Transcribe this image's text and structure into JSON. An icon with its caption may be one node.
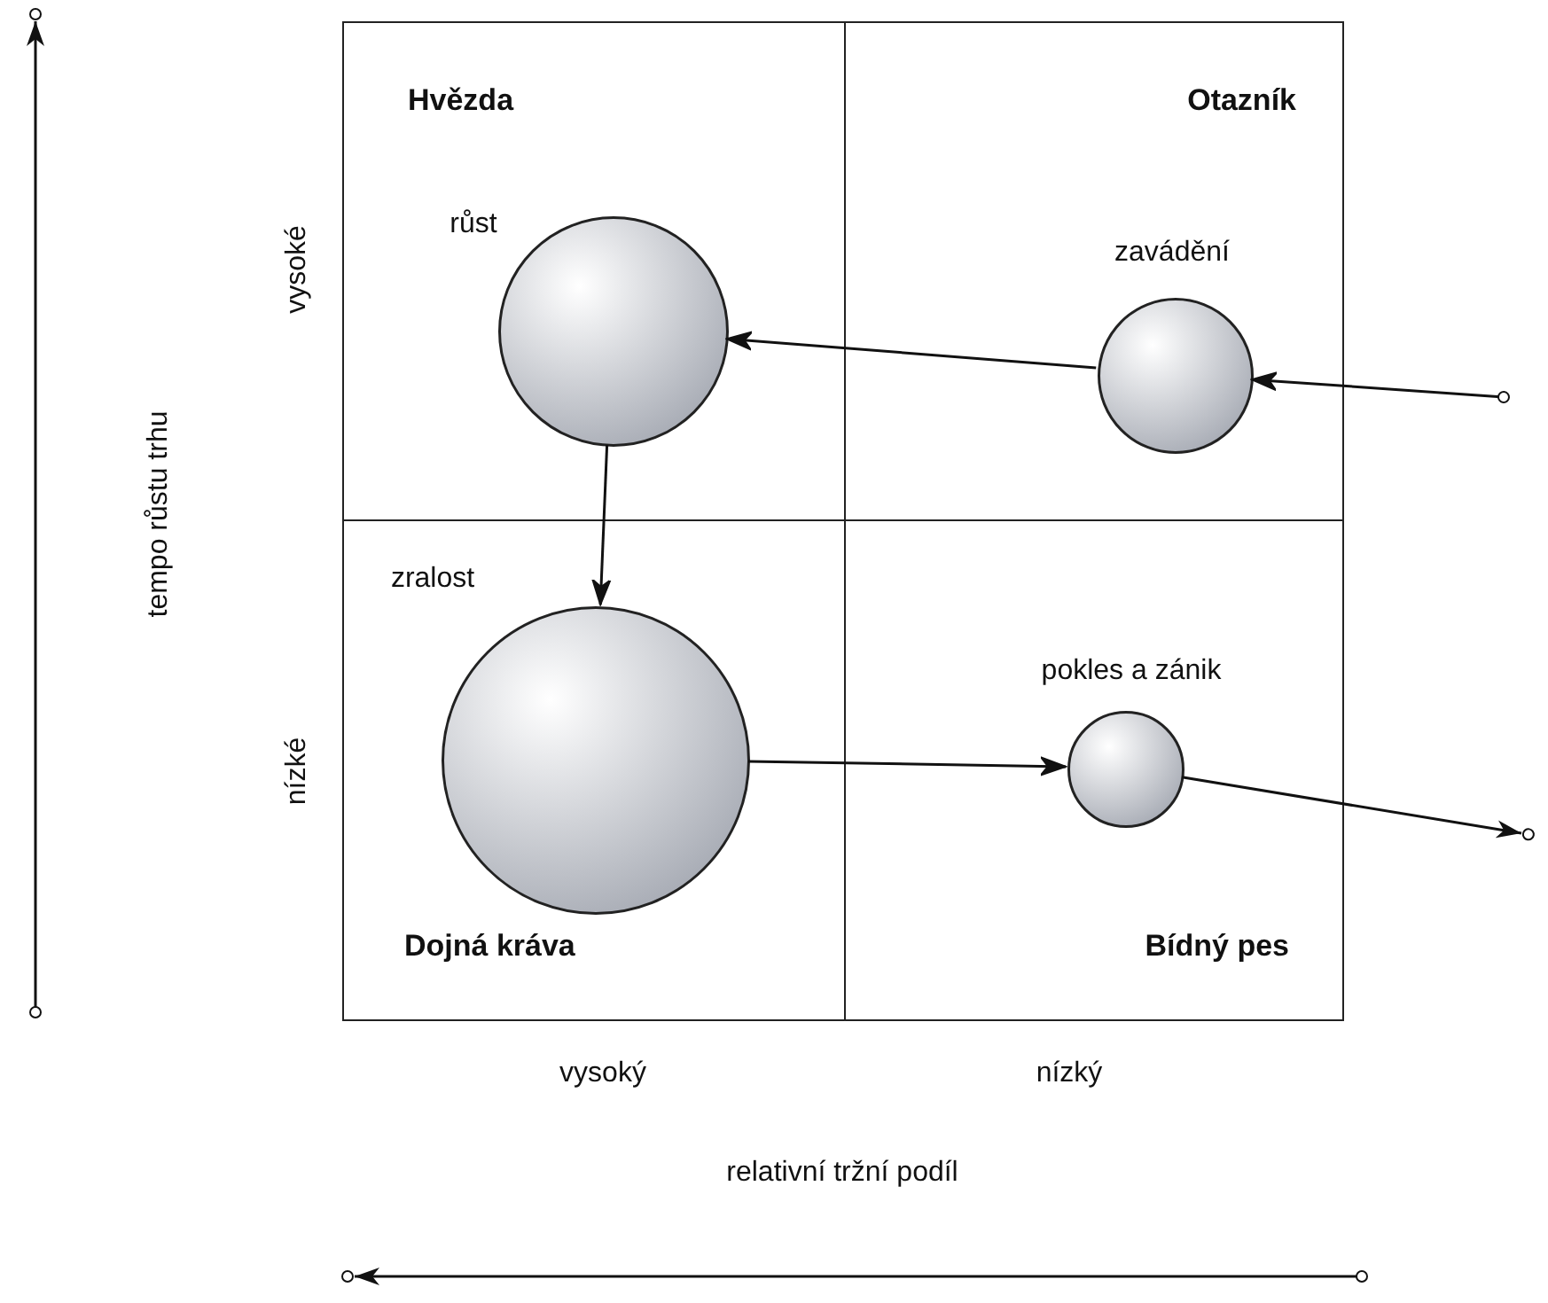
{
  "diagram": {
    "nodes": [
      {
        "text": [
          "Hvězda"
        ]
      },
      {
        "text": [
          "Otazník"
        ]
      },
      {
        "text": [
          "Dojná kráva"
        ]
      },
      {
        "text": [
          "Bídný pes"
        ]
      },
      {
        "text": [],
        "shape": "circle",
        "beside": [
          "růst"
        ],
        "in": 0
      },
      {
        "text": [],
        "shape": "circle",
        "beside": [
          "zavádění"
        ],
        "in": 1
      },
      {
        "text": [],
        "shape": "circle",
        "beside": [
          "zralost"
        ],
        "in": 2
      },
      {
        "text": [],
        "shape": "circle",
        "beside": [
          "pokles a zánik"
        ],
        "in": 3
      }
    ],
    "edges": [
      {
        "from": null,
        "to": 5,
        "arrow": "to"
      },
      {
        "from": 5,
        "to": 4,
        "arrow": "to"
      },
      {
        "from": 4,
        "to": 6,
        "arrow": "to"
      },
      {
        "from": 6,
        "to": 7,
        "arrow": "to"
      },
      {
        "from": 7,
        "to": null,
        "arrow": "to"
      }
    ],
    "labels": [
      "tempo růstu trhu",
      "vysoké",
      "nízké",
      "vysoký",
      "nízký",
      "relativní tržní podíl"
    ]
  }
}
